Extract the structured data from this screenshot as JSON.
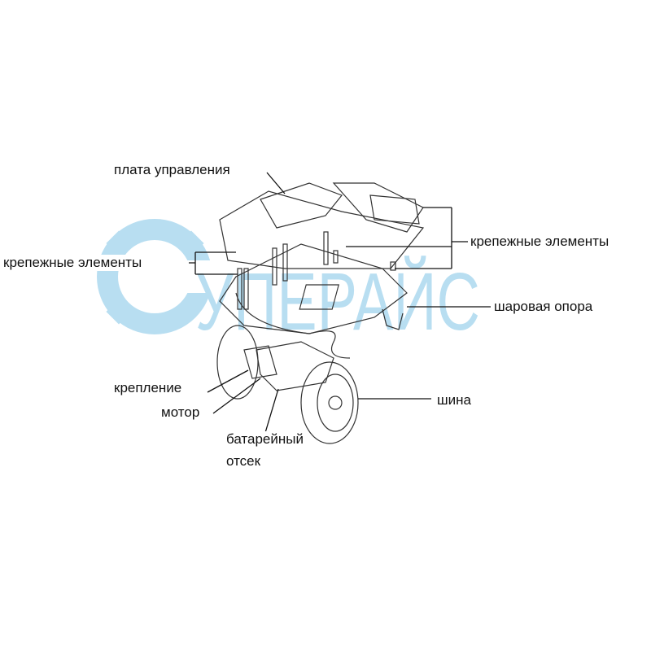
{
  "watermark": {
    "text": "УПЕРАЙС",
    "color": "#7fc4e6"
  },
  "labels": {
    "control_board": "плата управления",
    "fasteners_left": "крепежные элементы",
    "fasteners_right": "крепежные элементы",
    "ball_caster": "шаровая опора",
    "mount": "крепление",
    "motor": "мотор",
    "battery_line1": "батарейный",
    "battery_line2": "отсек",
    "tire": "шина"
  }
}
